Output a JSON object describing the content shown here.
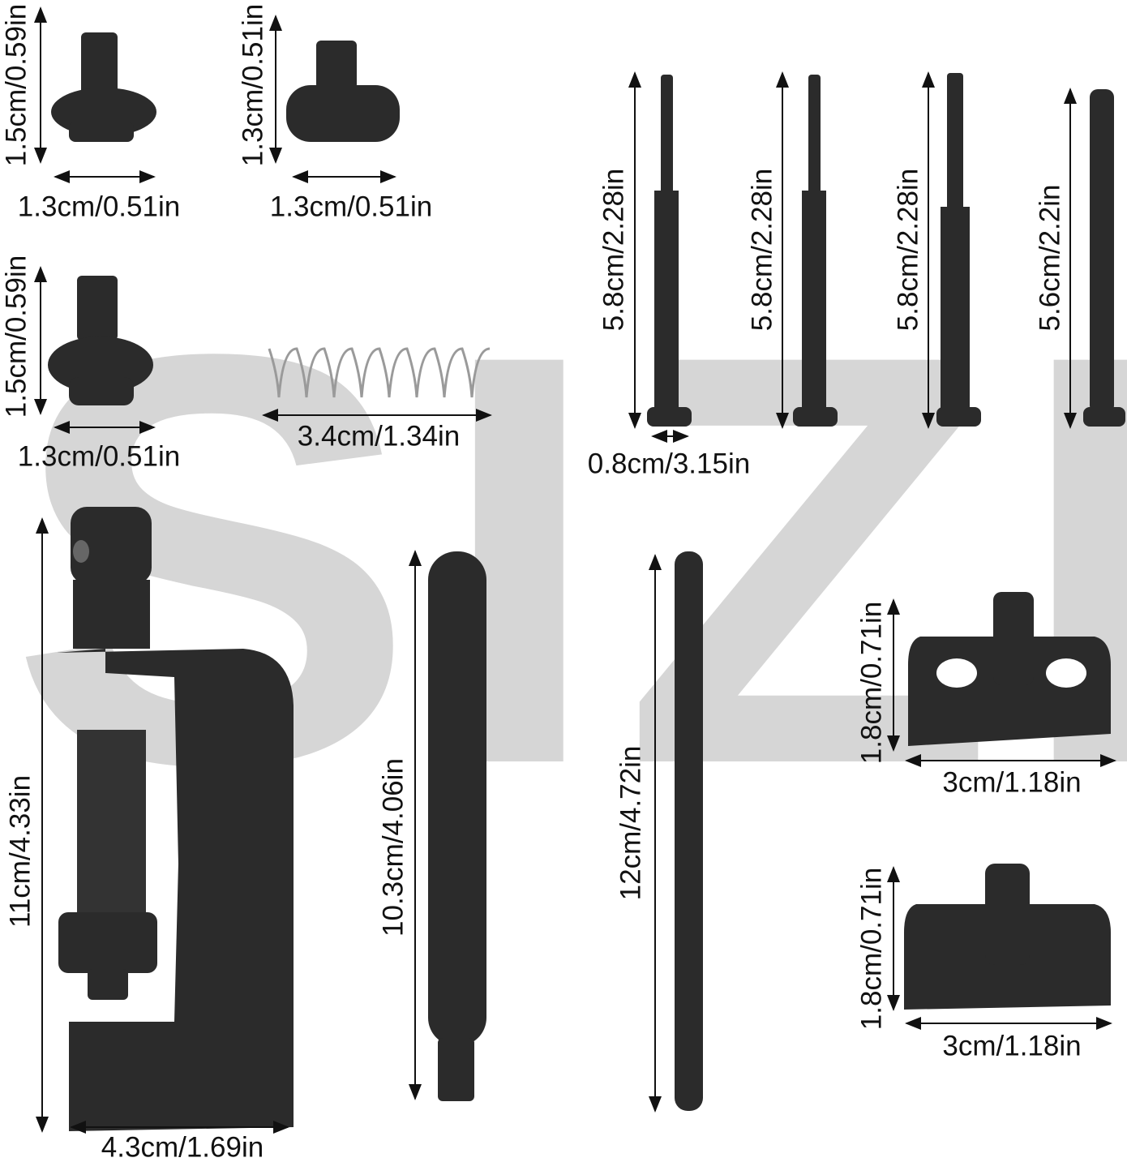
{
  "watermark": "SIZE",
  "colors": {
    "part": "#2b2b2b",
    "watermark": "#d6d6d6",
    "spring": "#9a9a9a"
  },
  "parts": [
    {
      "name": "bushing-1",
      "height": "1.5cm/0.59in",
      "width": "1.3cm/0.51in"
    },
    {
      "name": "bushing-2",
      "height": "1.3cm/0.51in",
      "width": "1.3cm/0.51in"
    },
    {
      "name": "bushing-3",
      "height": "1.5cm/0.59in",
      "width": "1.3cm/0.51in"
    },
    {
      "name": "spring",
      "length": "3.4cm/1.34in"
    },
    {
      "name": "pin-1",
      "length": "5.8cm/2.28in",
      "diameter": "0.8cm/3.15in"
    },
    {
      "name": "pin-2",
      "length": "5.8cm/2.28in"
    },
    {
      "name": "pin-3",
      "length": "5.8cm/2.28in"
    },
    {
      "name": "pin-4",
      "length": "5.6cm/2.2in"
    },
    {
      "name": "chain-breaker",
      "height": "11cm/4.33in",
      "width": "4.3cm/1.69in"
    },
    {
      "name": "knurled-rod",
      "length": "10.3cm/4.06in"
    },
    {
      "name": "rod",
      "length": "12cm/4.72in"
    },
    {
      "name": "plate-1",
      "height": "1.8cm/0.71in",
      "width": "3cm/1.18in"
    },
    {
      "name": "plate-2",
      "height": "1.8cm/0.71in",
      "width": "3cm/1.18in"
    }
  ]
}
